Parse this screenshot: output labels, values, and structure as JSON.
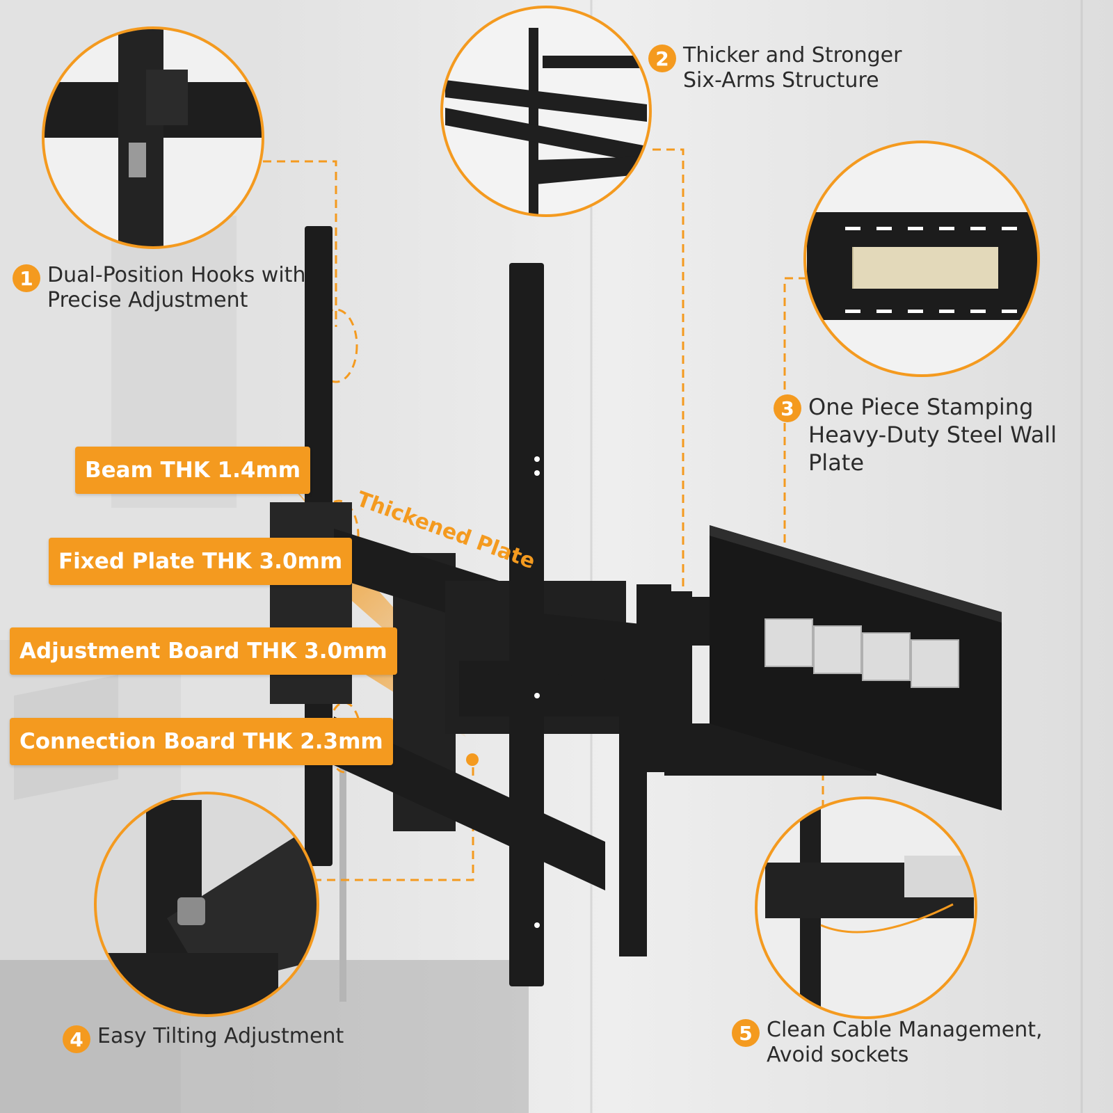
{
  "features": [
    {
      "num": "1",
      "lines": [
        "Dual-Position Hooks with",
        "Precise Adjustment"
      ]
    },
    {
      "num": "2",
      "lines": [
        "Thicker and Stronger",
        "Six-Arms Structure"
      ]
    },
    {
      "num": "3",
      "lines": [
        "One Piece Stamping",
        "Heavy-Duty Steel Wall",
        "Plate"
      ]
    },
    {
      "num": "4",
      "lines": [
        "Easy Tilting Adjustment"
      ]
    },
    {
      "num": "5",
      "lines": [
        "Clean Cable Management,",
        "Avoid sockets"
      ]
    }
  ],
  "specs": {
    "beam": "Beam THK 1.4mm",
    "fixed_plate": "Fixed Plate THK 3.0mm",
    "adjustment_board": "Adjustment Board THK 3.0mm",
    "connection_board": "Connection Board THK 2.3mm"
  },
  "thickened_label": "Thickened Plate",
  "colors": {
    "accent": "#f49a1f",
    "steel": "#1c1c1c",
    "wall": "#e9e9e9",
    "text": "#2b2b2b"
  }
}
